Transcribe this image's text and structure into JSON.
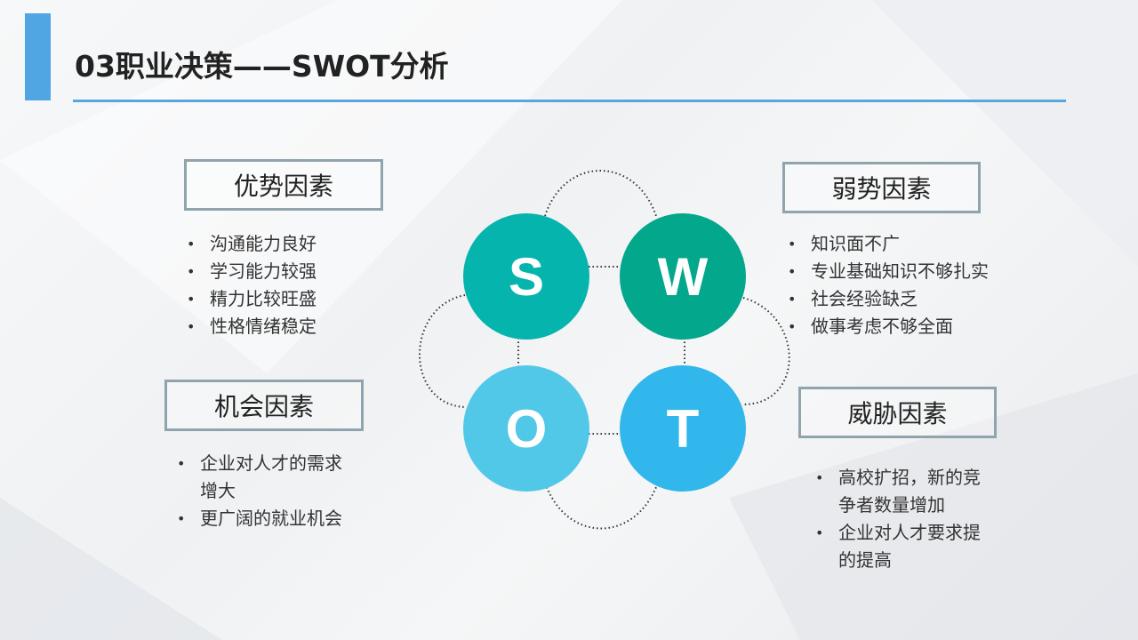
{
  "header": {
    "title": "03职业决策——SWOT分析"
  },
  "swot": {
    "letters": {
      "s": "S",
      "w": "W",
      "o": "O",
      "t": "T"
    },
    "colors": {
      "s": "#05b5ad",
      "w": "#03a78b",
      "o": "#52c8e8",
      "t": "#31b7eb"
    },
    "strengths": {
      "title": "优势因素",
      "items": [
        "沟通能力良好",
        "学习能力较强",
        "精力比较旺盛",
        "性格情绪稳定"
      ]
    },
    "weaknesses": {
      "title": "弱势因素",
      "items": [
        "知识面不广",
        "专业基础知识不够扎实",
        "社会经验缺乏",
        "做事考虑不够全面"
      ]
    },
    "opportunities": {
      "title": "机会因素",
      "items": [
        "企业对人才的需求增大",
        "更广阔的就业机会"
      ]
    },
    "threats": {
      "title": "威胁因素",
      "items": [
        "高校扩招，新的竞争者数量增加",
        "企业对人才要求提的提高"
      ]
    }
  }
}
